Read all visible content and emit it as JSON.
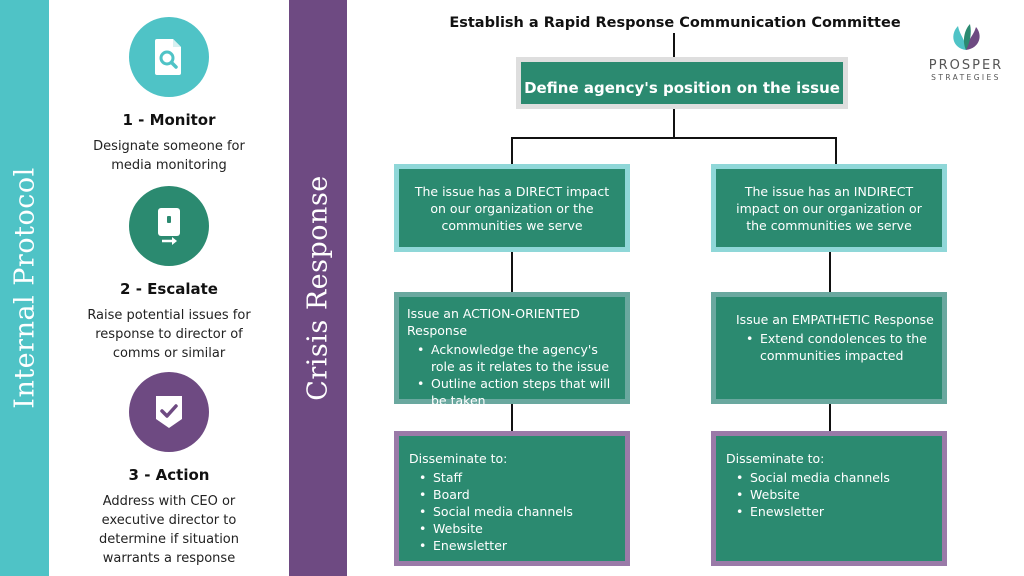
{
  "sidebar": {
    "label": "Internal Protocol"
  },
  "steps": [
    {
      "icon": "document-search-icon",
      "title": "1 - Monitor",
      "description": "Designate someone for media monitoring",
      "color": "#4fc3c6"
    },
    {
      "icon": "escalate-device-icon",
      "title": "2 - Escalate",
      "description": "Raise potential issues for response to director of comms or similar",
      "color": "#2b8a70"
    },
    {
      "icon": "shield-check-icon",
      "title": "3 - Action",
      "description": "Address with CEO or executive director to determine if situation warrants a response",
      "color": "#6e4a82"
    }
  ],
  "section": {
    "label": "Crisis Response"
  },
  "logo": {
    "name": "PROSPER",
    "sub": "STRATEGIES"
  },
  "flow": {
    "title": "Establish a Rapid Response Communication Committee",
    "define": "Define agency's position on the issue",
    "direct": {
      "impact": "The issue has a DIRECT impact on our organization or the communities we serve",
      "response_lead": "Issue an ACTION-ORIENTED Response",
      "response_items": [
        "Acknowledge the agency's role as it relates to the issue",
        "Outline action steps that will be taken"
      ],
      "disseminate_lead": "Disseminate to:",
      "disseminate_items": [
        "Staff",
        "Board",
        "Social media channels",
        "Website",
        "Enewsletter"
      ]
    },
    "indirect": {
      "impact": "The issue has an INDIRECT impact on our organization or the communities we serve",
      "response_lead": "Issue an EMPATHETIC Response",
      "response_items": [
        "Extend condolences to the communities impacted"
      ],
      "disseminate_lead": "Disseminate to:",
      "disseminate_items": [
        "Social media channels",
        "Website",
        "Enewsletter"
      ]
    }
  },
  "colors": {
    "teal": "#4fc3c6",
    "green": "#2b8a70",
    "purple": "#6e4a82"
  }
}
